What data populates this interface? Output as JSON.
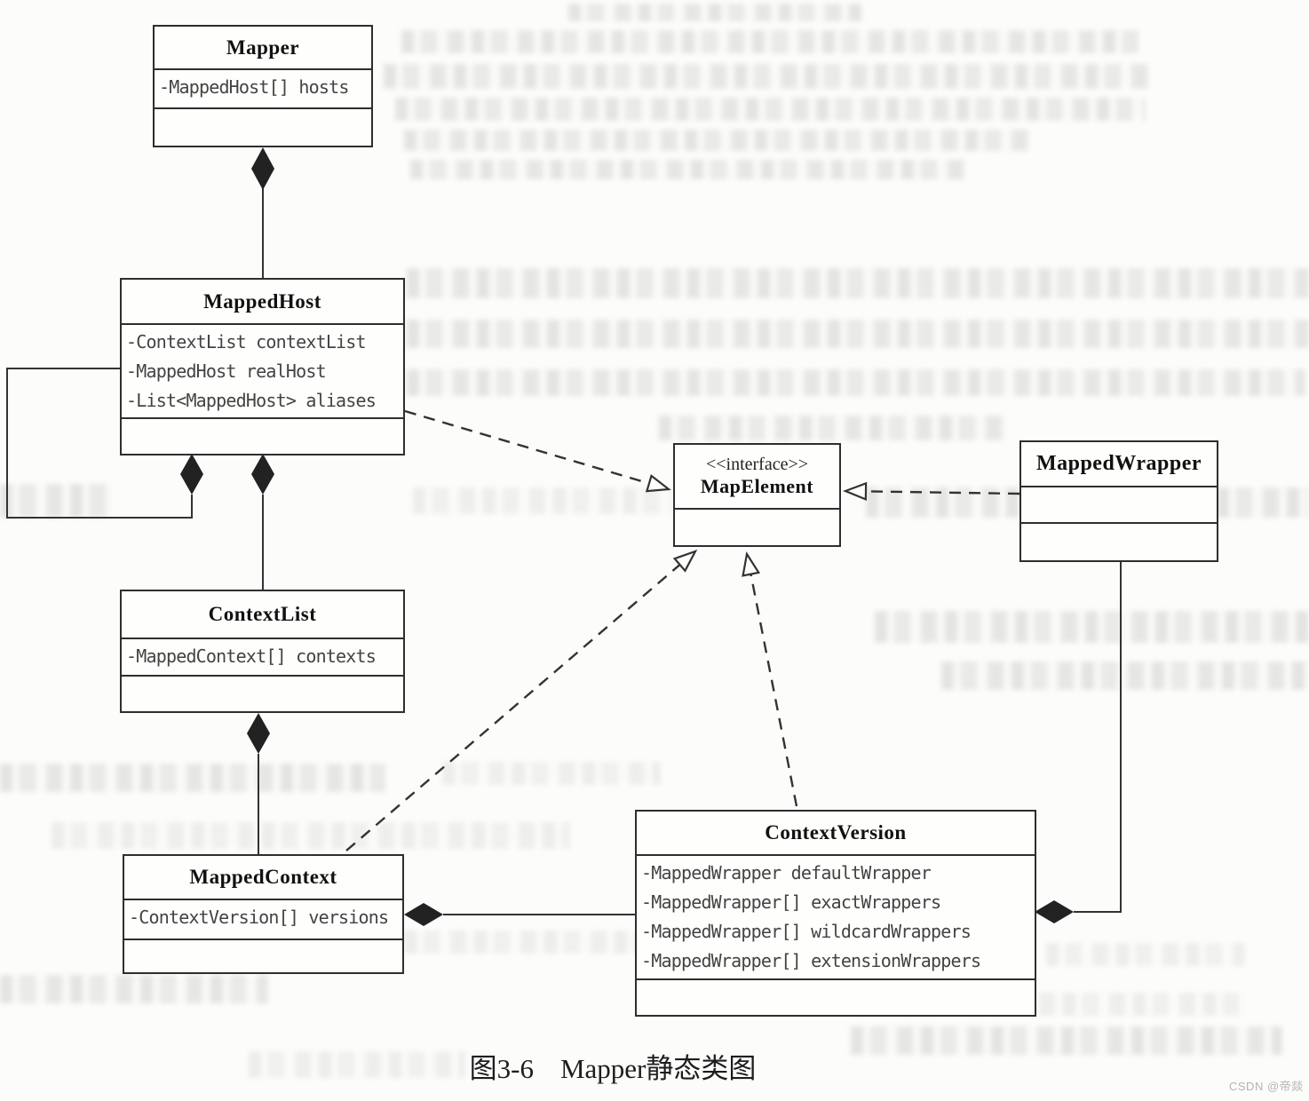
{
  "figure": {
    "caption_number": "图3-6",
    "caption_title": "Mapper静态类图"
  },
  "watermark": "CSDN @帝燚",
  "colors": {
    "line": "#333333",
    "box_border": "#2e2e2e",
    "title_text": "#111111",
    "attr_text": "#434343",
    "caption_text": "#1d1d1d",
    "watermark_text": "#b6b4b2",
    "diamond_fill": "#222222"
  },
  "classes": {
    "mapper": {
      "name": "Mapper",
      "attributes": [
        "-MappedHost[] hosts"
      ]
    },
    "mappedHost": {
      "name": "MappedHost",
      "attributes": [
        "-ContextList contextList",
        "-MappedHost realHost",
        "-List<MappedHost> aliases"
      ]
    },
    "contextList": {
      "name": "ContextList",
      "attributes": [
        "-MappedContext[] contexts"
      ]
    },
    "mappedContext": {
      "name": "MappedContext",
      "attributes": [
        "-ContextVersion[] versions"
      ]
    },
    "contextVersion": {
      "name": "ContextVersion",
      "attributes": [
        "-MappedWrapper defaultWrapper",
        "-MappedWrapper[] exactWrappers",
        "-MappedWrapper[] wildcardWrappers",
        "-MappedWrapper[] extensionWrappers"
      ]
    },
    "mapElement": {
      "stereotype": "<<interface>>",
      "name": "MapElement",
      "attributes": []
    },
    "mappedWrapper": {
      "name": "MappedWrapper",
      "attributes": []
    }
  },
  "relationships": [
    {
      "type": "composition",
      "owner": "Mapper",
      "part": "MappedHost"
    },
    {
      "type": "composition",
      "owner": "MappedHost",
      "part": "MappedHost",
      "note": "self aliases loop"
    },
    {
      "type": "composition",
      "owner": "MappedHost",
      "part": "ContextList"
    },
    {
      "type": "composition",
      "owner": "ContextList",
      "part": "MappedContext"
    },
    {
      "type": "composition",
      "owner": "MappedContext",
      "part": "ContextVersion"
    },
    {
      "type": "composition",
      "owner": "ContextVersion",
      "part": "MappedWrapper"
    },
    {
      "type": "realization",
      "from": "MappedHost",
      "to": "MapElement"
    },
    {
      "type": "realization",
      "from": "MappedContext",
      "to": "MapElement"
    },
    {
      "type": "realization",
      "from": "ContextVersion",
      "to": "MapElement"
    },
    {
      "type": "realization",
      "from": "MappedWrapper",
      "to": "MapElement"
    }
  ]
}
